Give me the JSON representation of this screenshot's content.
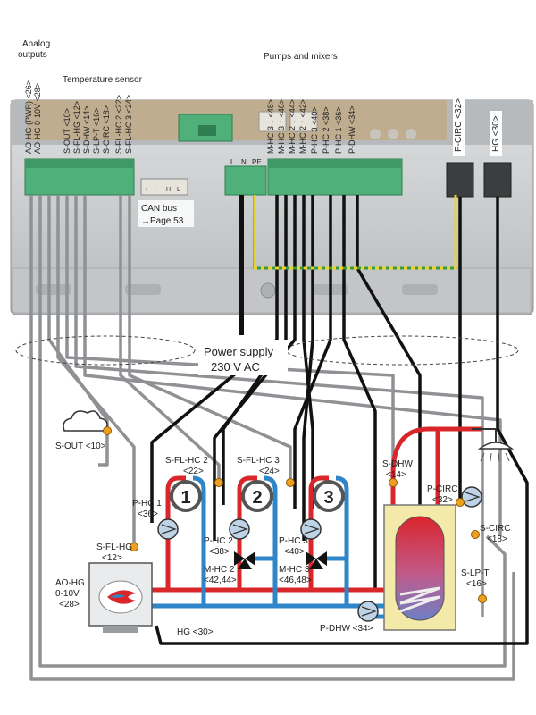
{
  "headers": {
    "analog_outputs_line1": "Analog",
    "analog_outputs_line2": "outputs",
    "temperature_sensor": "Temperature sensor",
    "pumps_and_mixers": "Pumps and mixers"
  },
  "terminal_labels_analog": [
    "AO-HG (PWR) <26>",
    "AO-HG 0-10V <28>"
  ],
  "terminal_labels_sensor": [
    "S-OUT <10>",
    "S-FL-HG <12>",
    "S-DHW <14>",
    "S-LP-T <16>",
    "S-CIRC <18>",
    "S-FL-HC 2 <22>",
    "S-FL-HC 3 <24>"
  ],
  "terminal_labels_pumps": [
    "M-HC 3 ↓ <48>",
    "M-HC 3 ↑ <46>",
    "M-HC 2 ↓ <44>",
    "M-HC 2 ↑ <42>",
    "P-HC 3 <40>",
    "P-HC 2 <38>",
    "P-HC 1 <36>",
    "P-DHW <34>"
  ],
  "terminal_label_pcirc": "P-CIRC <32>",
  "terminal_label_hg": "HG <30>",
  "power_terminals": [
    "L",
    "N",
    "PE"
  ],
  "can_bus": {
    "line1": "CAN bus",
    "line2": "→Page 53",
    "pins": [
      "+",
      "-",
      "H",
      "L"
    ]
  },
  "power_supply": {
    "line1": "Power supply",
    "line2": "230 V AC"
  },
  "circuits": [
    "1",
    "2",
    "3"
  ],
  "diagram_labels": {
    "s_out": "S-OUT <10>",
    "s_fl_hc2_1": "S-FL-HC 2",
    "s_fl_hc2_2": "<22>",
    "s_fl_hc3_1": "S-FL-HC 3",
    "s_fl_hc3_2": "<24>",
    "s_dhw_1": "S-DHW",
    "s_dhw_2": "<14>",
    "p_circ_1": "P-CIRC",
    "p_circ_2": "<32>",
    "s_circ_1": "S-CIRC",
    "s_circ_2": "<18>",
    "p_hc1_1": "P-HC 1",
    "p_hc1_2": "<36>",
    "p_hc2_1": "P-HC 2",
    "p_hc2_2": "<38>",
    "m_hc2_1": "M-HC 2",
    "m_hc2_2": "<42,44>",
    "p_hc3_1": "P-HC 3",
    "p_hc3_2": "<40>",
    "m_hc3_1": "M-HC 3",
    "m_hc3_2": "<46,48>",
    "s_fl_hg_1": "S-FL-HG",
    "s_fl_hg_2": "<12>",
    "ao_hg_1": "AO-HG",
    "ao_hg_2": "0-10V",
    "ao_hg_3": "<28>",
    "s_lp_t_1": "S-LP-T",
    "s_lp_t_2": "<16>",
    "hg": "HG <30>",
    "p_dhw": "P-DHW <34>"
  },
  "colors": {
    "housing": "#c8cacc",
    "terminal_green": "#4fb07a",
    "pipe_red": "#d9262b",
    "pipe_blue": "#2e86c8",
    "sensor_orange": "#f0a020",
    "tank_fill": "#f3e9a8",
    "wire_gray": "#8f9194",
    "wire_black": "#111111"
  }
}
